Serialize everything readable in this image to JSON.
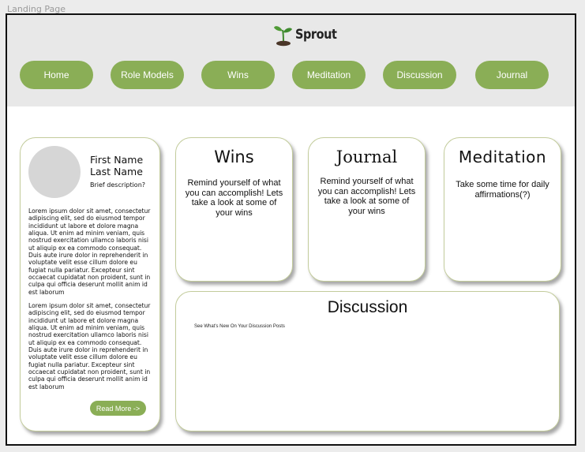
{
  "frame": {
    "label": "Landing Page"
  },
  "logo": {
    "text": "Sprout",
    "icon": "sprout-icon",
    "leaf_color": "#3f8a2f",
    "soil_color": "#4a3628"
  },
  "nav": {
    "items": [
      {
        "label": "Home"
      },
      {
        "label": "Role Models"
      },
      {
        "label": "Wins"
      },
      {
        "label": "Meditation"
      },
      {
        "label": "Discussion"
      },
      {
        "label": "Journal"
      }
    ]
  },
  "colors": {
    "accent": "#8aae56",
    "header_bg": "#e8e8e8",
    "card_border": "#c3cc9c"
  },
  "profile": {
    "first_name": "First Name",
    "last_name": "Last Name",
    "brief": "Brief description?",
    "paragraph1": "Lorem ipsum dolor sit amet, consectetur adipiscing elit, sed do eiusmod tempor incididunt ut labore et dolore magna aliqua. Ut enim ad minim veniam, quis nostrud exercitation ullamco laboris nisi ut aliquip ex ea commodo consequat. Duis aute irure dolor in reprehenderit in voluptate velit esse cillum dolore eu fugiat nulla pariatur. Excepteur sint occaecat cupidatat non proident, sunt in culpa qui officia deserunt mollit anim id est laborum",
    "paragraph2": "Lorem ipsum dolor sit amet, consectetur adipiscing elit, sed do eiusmod tempor incididunt ut labore et dolore magna aliqua. Ut enim ad minim veniam, quis nostrud exercitation ullamco laboris nisi ut aliquip ex ea commodo consequat. Duis aute irure dolor in reprehenderit in voluptate velit esse cillum dolore eu fugiat nulla pariatur. Excepteur sint occaecat cupidatat non proident, sunt in culpa qui officia deserunt mollit anim id est laborum",
    "read_more": "Read More ->"
  },
  "cards": {
    "wins": {
      "title": "Wins",
      "text": "Remind yourself of what you can accomplish! Lets take a look at some of your wins"
    },
    "journal": {
      "title": "Journal",
      "text": "Remind yourself of what you can accomplish! Lets take a look at some of your wins"
    },
    "meditation": {
      "title": "Meditation",
      "text": "Take some time for daily affirmations(?)"
    },
    "discussion": {
      "title": "Discussion",
      "subtitle": "See What's New On Your Discussion Posts"
    }
  }
}
